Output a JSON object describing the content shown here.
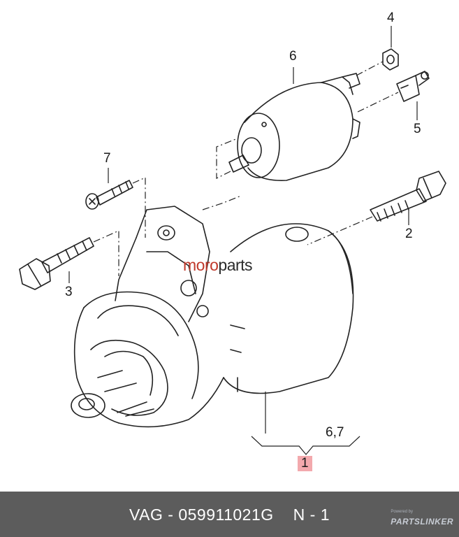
{
  "callouts": {
    "c1": "1",
    "c2": "2",
    "c3": "3",
    "c4": "4",
    "c5": "5",
    "c6": "6",
    "c7": "7",
    "c67": "6,7"
  },
  "watermark": {
    "part1": "moro",
    "part2": "parts"
  },
  "footer": {
    "part_label": "VAG - 059911021G",
    "qty_label": "N - 1",
    "brand": "PARTSLINKER",
    "brand_small": "Powered by"
  },
  "colors": {
    "highlight": "#f3a9ad",
    "footer_bg": "#5c5c5c",
    "watermark_accent": "#c0392b"
  }
}
